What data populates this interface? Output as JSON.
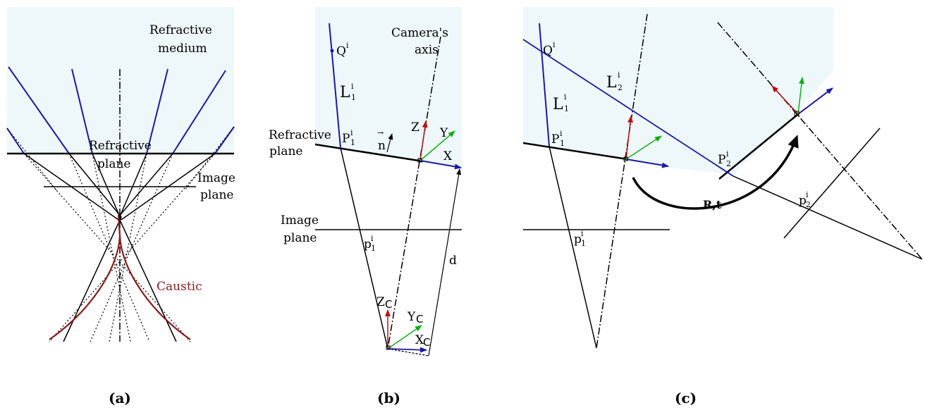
{
  "panel_a": {
    "caption": "(a)",
    "medium_label_1": "Refractive",
    "medium_label_2": "medium",
    "refr_plane_1": "Refractive",
    "refr_plane_2": "plane",
    "image_plane_1": "Image",
    "image_plane_2": "plane",
    "caustic": "Caustic"
  },
  "panel_b": {
    "caption": "(b)",
    "camera_axis_1": "Camera's",
    "camera_axis_2": "axis",
    "Q": "Q",
    "Q_sup": "i",
    "L": "L",
    "L_sup": "i",
    "L_sub": "1",
    "refr_plane_1": "Refractive",
    "refr_plane_2": "plane",
    "P": "P",
    "P_sup": "i",
    "P_sub": "1",
    "n": "n",
    "Z": "Z",
    "Y": "Y",
    "X": "X",
    "image_plane_1": "Image",
    "image_plane_2": "plane",
    "p": "p",
    "p_sup": "i",
    "p_sub": "1",
    "d": "d",
    "Zc": "Z",
    "Yc": "Y",
    "Xc": "X",
    "c": "C"
  },
  "panel_c": {
    "caption": "(c)",
    "Q": "Q",
    "Q_sup": "i",
    "L2": "L",
    "L2_sup": "i",
    "L2_sub": "2",
    "L1": "L",
    "L1_sup": "i",
    "L1_sub": "1",
    "P1": "P",
    "P1_sup": "i",
    "P1_sub": "1",
    "P2": "P",
    "P2_sup": "i",
    "P2_sub": "2",
    "Rt": "R,t",
    "p2": "p",
    "p2_sup": "i",
    "p2_sub": "2",
    "p1": "p",
    "p1_sup": "i",
    "p1_sub": "1"
  },
  "colors": {
    "medium_fill": "#eef8fb",
    "ray_blue": "#1a1aa8",
    "axis_red": "#c01010",
    "axis_green": "#10b010",
    "caustic": "#8b1a1a"
  }
}
